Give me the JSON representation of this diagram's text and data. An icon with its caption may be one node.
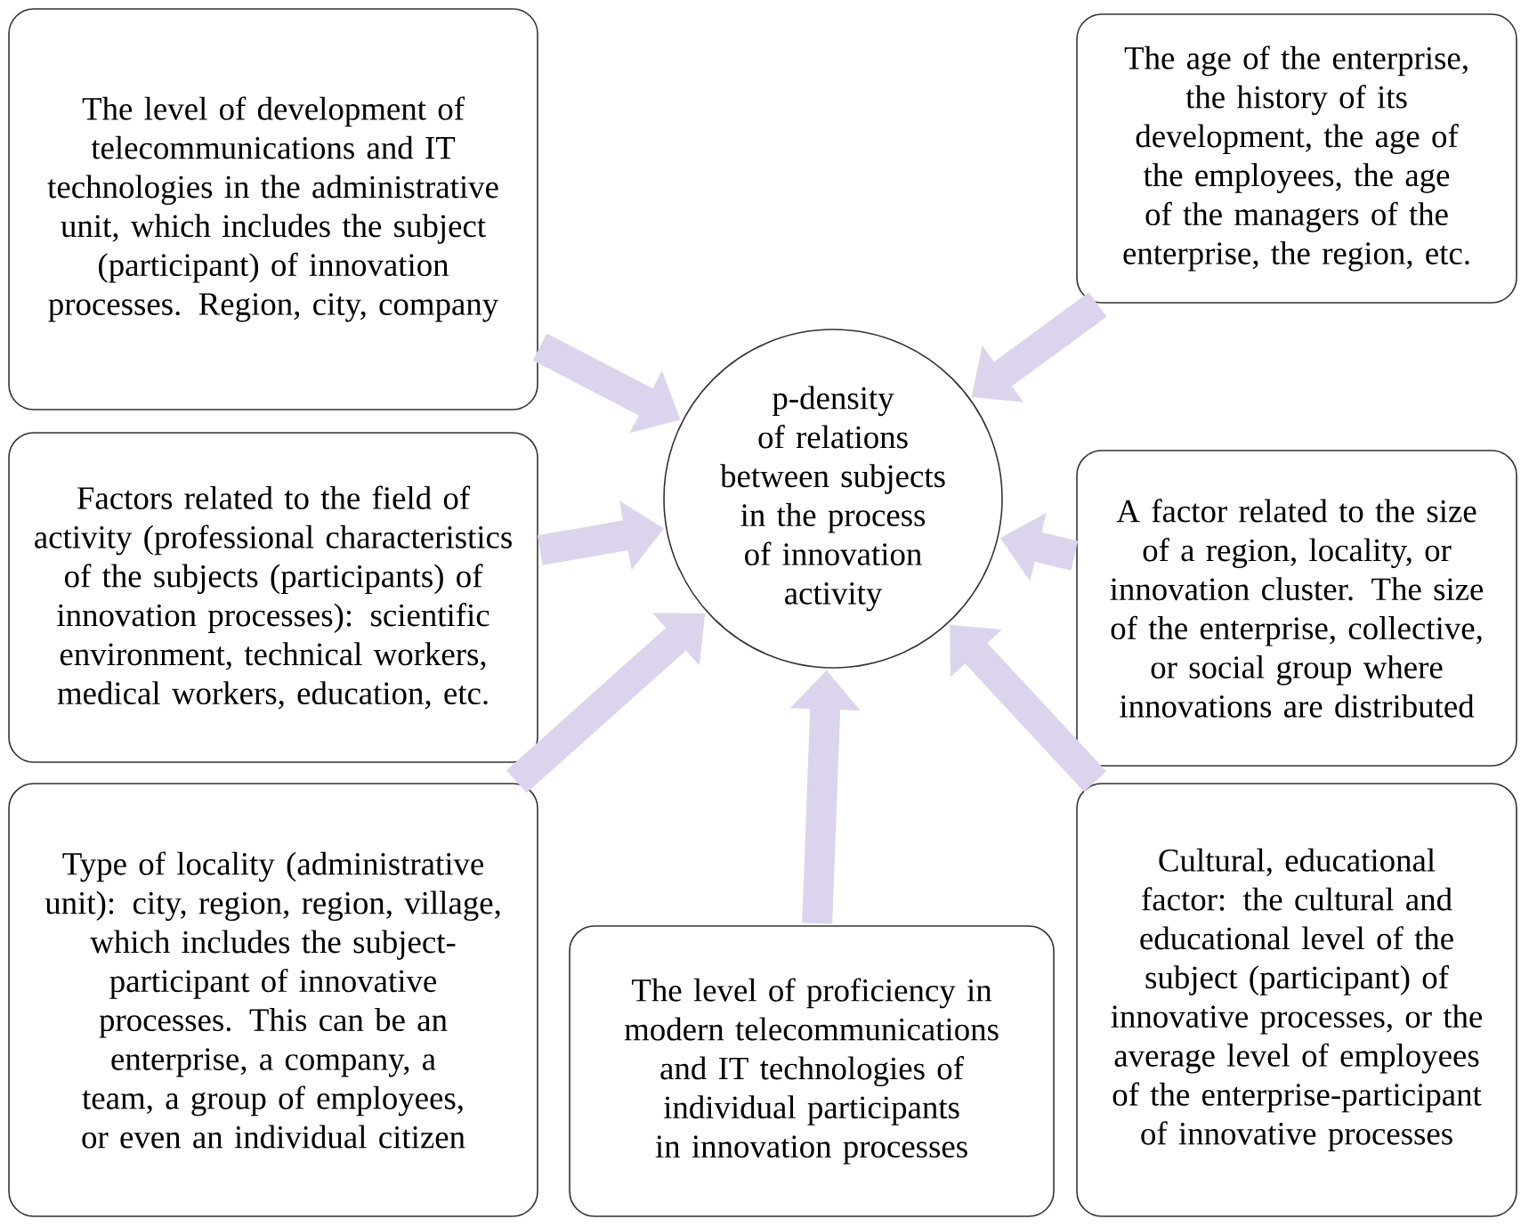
{
  "diagram": {
    "nodes": [
      {
        "text": [
          "p-density of relations between subjects in the process of innovation activity"
        ]
      },
      {
        "text": [
          "The level of development of telecommunications and IT technologies in the administrative unit, which includes the subject (participant) of innovation processes. Region, city, company"
        ]
      },
      {
        "text": [
          "The age of the enterprise, the history of its development, the age of the employees, the age of the managers of the enterprise, the region, etc."
        ]
      },
      {
        "text": [
          "Factors related to the field of activity (professional characteristics of the subjects (participants) of innovation processes): scientific environment, technical workers, medical workers, education, etc."
        ]
      },
      {
        "text": [
          "A factor related to the size of a region, locality, or innovation cluster. The size of the enterprise, collective, or social group where innovations are distributed"
        ]
      },
      {
        "text": [
          "Type of locality (administrative unit): city, region, region, village, which includes the subject-participant of innovative processes. This can be an enterprise, a company, a team, a group of employees, or even an individual citizen"
        ]
      },
      {
        "text": [
          "The level of proficiency in modern telecommunications and IT technologies of individual participants in innovation processes"
        ]
      },
      {
        "text": [
          "Cultural, educational factor: the cultural and educational level of the subject (participant) of innovative processes, or the average level of employees of the enterprise-participant of innovative processes"
        ]
      }
    ],
    "edges": [
      {
        "from": 1,
        "to": 0,
        "arrow": "to"
      },
      {
        "from": 2,
        "to": 0,
        "arrow": "to"
      },
      {
        "from": 3,
        "to": 0,
        "arrow": "to"
      },
      {
        "from": 4,
        "to": 0,
        "arrow": "to"
      },
      {
        "from": 5,
        "to": 0,
        "arrow": "to"
      },
      {
        "from": 6,
        "to": 0,
        "arrow": "to"
      },
      {
        "from": 7,
        "to": 0,
        "arrow": "to"
      }
    ]
  }
}
